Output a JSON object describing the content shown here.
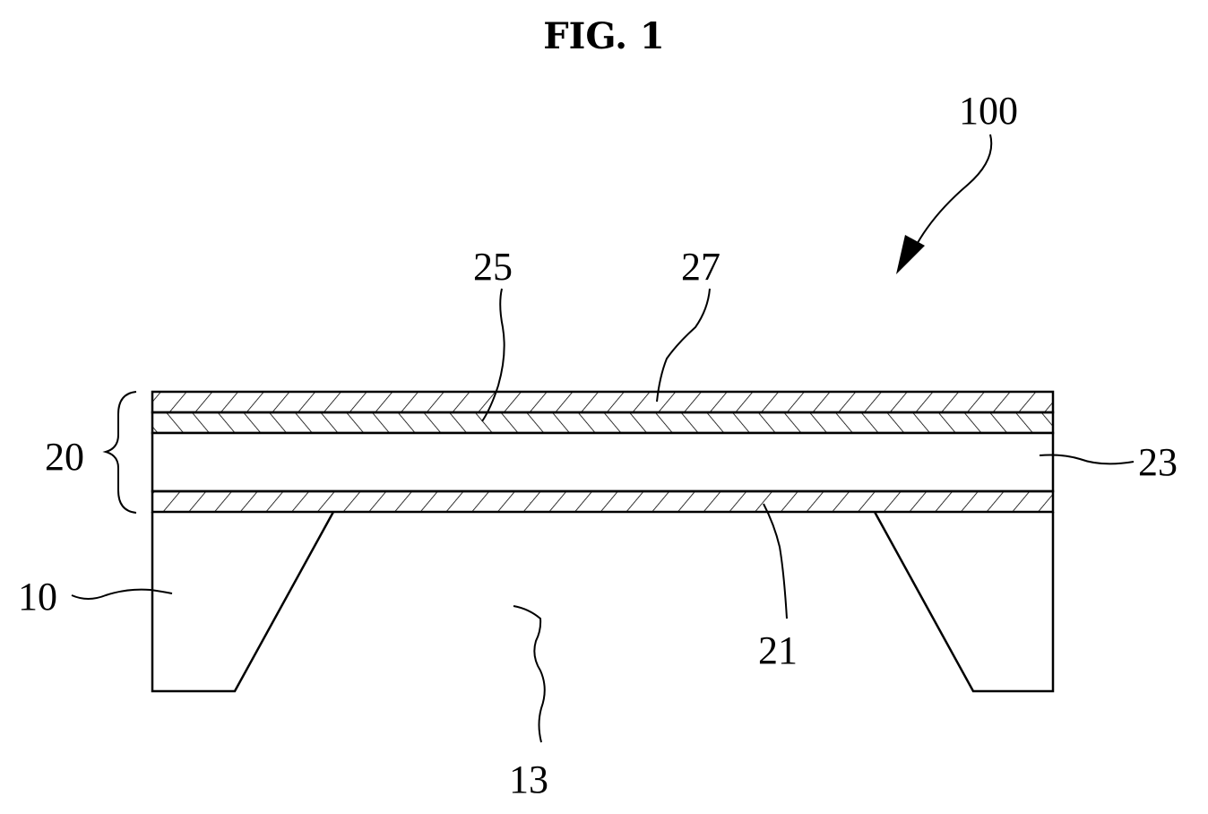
{
  "figure": {
    "title": "FIG. 1"
  },
  "labels": {
    "device": "100",
    "membrane": "20",
    "substrate": "10",
    "cavity": "13",
    "layer_21": "21",
    "layer_23": "23",
    "layer_25": "25",
    "layer_27": "27"
  },
  "colors": {
    "ink": "#000000",
    "paper": "#ffffff"
  }
}
